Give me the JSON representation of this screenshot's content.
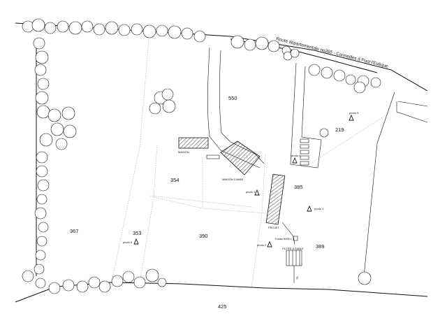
{
  "road": {
    "label": "Route départementale no265 - Cormeilles à Pont l'Evêque"
  },
  "parcels": {
    "p550": "550",
    "p219": "219",
    "p354": "354",
    "p385": "385",
    "p367": "367",
    "p353": "353",
    "p390": "390",
    "p389": "389",
    "p425": "425"
  },
  "buildings": {
    "maison": "MAISON",
    "maison_amis": "MAISON D'AMIS",
    "projet": "PROJET"
  },
  "equipment": {
    "fosse": "Fosse 5000 L",
    "filtre": "FILTRE A SABLE",
    "measure": "75"
  },
  "photos": {
    "photo1": "photo 1",
    "photo2": "photo 2",
    "photo3": "photo 3",
    "photo4": "photo 4",
    "photo5": "photo 5",
    "photo6": "photo 6"
  }
}
